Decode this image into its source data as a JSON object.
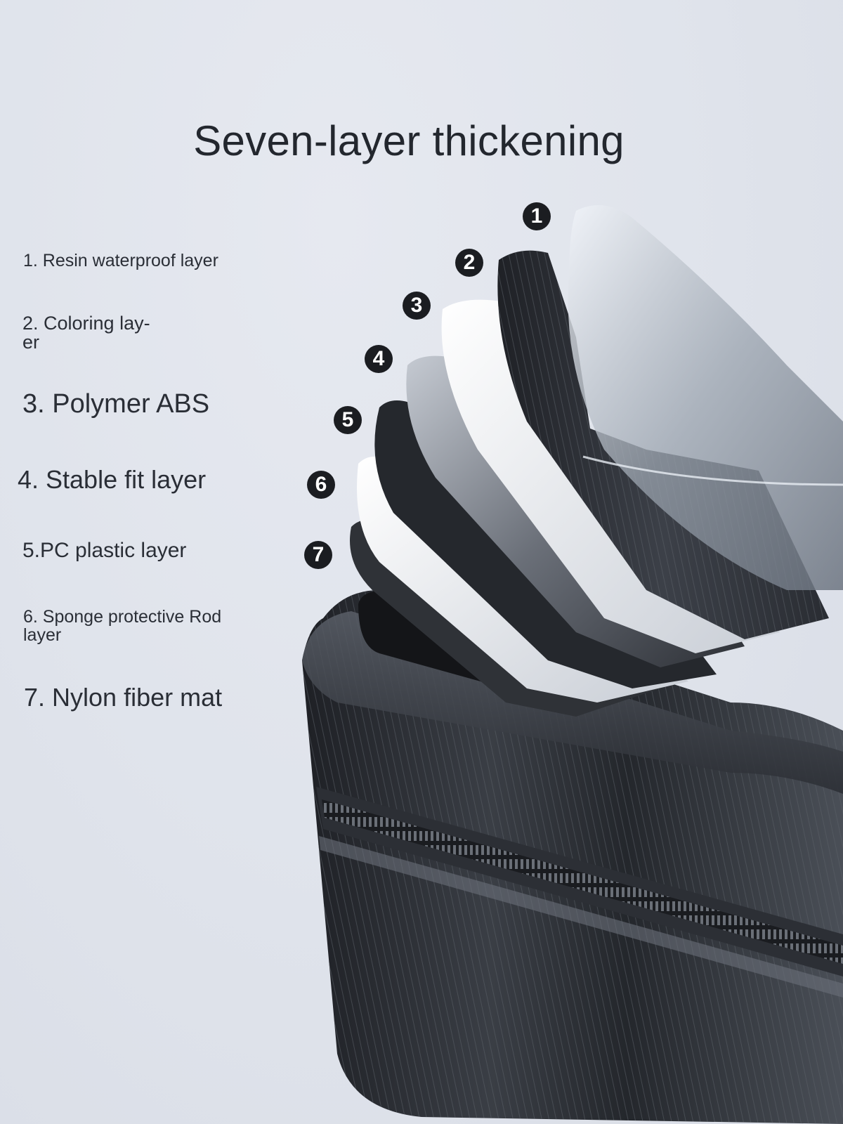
{
  "title": "Seven-layer thickening",
  "layers": [
    {
      "label": "1. Resin waterproof layer",
      "badge": "1"
    },
    {
      "label": "2. Coloring lay-\ner",
      "badge": "2"
    },
    {
      "label": "3. Polymer ABS",
      "badge": "3"
    },
    {
      "label": "4. Stable fit layer",
      "badge": "4"
    },
    {
      "label": "5.PC plastic layer",
      "badge": "5"
    },
    {
      "label": "6. Sponge protective Rod\nlayer",
      "badge": "6"
    },
    {
      "label": "7. Nylon fiber mat",
      "badge": "7"
    }
  ],
  "colors": {
    "background": "#e0e4ec",
    "text": "#2a2e36",
    "badge": "#1b1d21",
    "shell": "#2b2e34"
  },
  "icons": {
    "badge_style": "circled-number",
    "product": "suitcase-shell-cutaway"
  }
}
